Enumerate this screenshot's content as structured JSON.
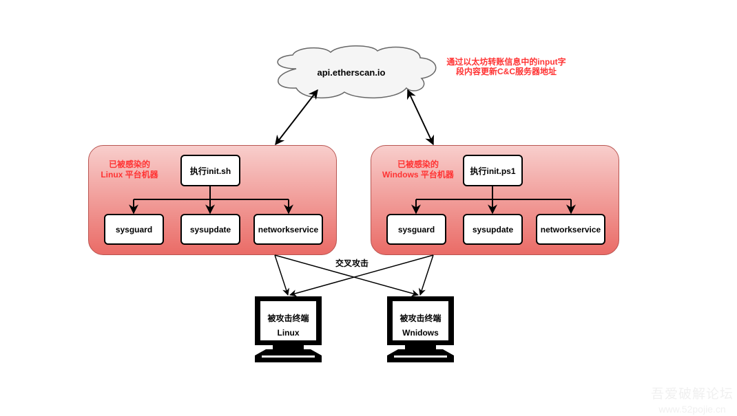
{
  "cloud": {
    "label": "api.etherscan.io"
  },
  "note": {
    "line1": "通过以太坊转账信息中的input字",
    "line2": "段内容更新C&C服务器地址",
    "color": "#ff3333"
  },
  "groups": [
    {
      "label_line1": "已被感染的",
      "label_line2": "Linux 平台机器",
      "root": "执行init.sh",
      "children": [
        "sysguard",
        "sysupdate",
        "networkservice"
      ]
    },
    {
      "label_line1": "已被感染的",
      "label_line2": "Windows 平台机器",
      "root": "执行init.ps1",
      "children": [
        "sysguard",
        "sysupdate",
        "networkservice"
      ]
    }
  ],
  "cross_attack_label": "交叉攻击",
  "terminals": [
    {
      "line1": "被攻击终端",
      "line2": "Linux"
    },
    {
      "line1": "被攻击终端",
      "line2": "Wnidows"
    }
  ],
  "colors": {
    "group_fill_top": "#f8cecc",
    "group_fill_bottom": "#ea6b66",
    "group_border": "#b85450",
    "cloud_fill": "#f5f5f5",
    "cloud_border": "#666666"
  },
  "watermark": {
    "line1": "吾爱破解论坛",
    "line2": "www.52pojie.cn"
  }
}
